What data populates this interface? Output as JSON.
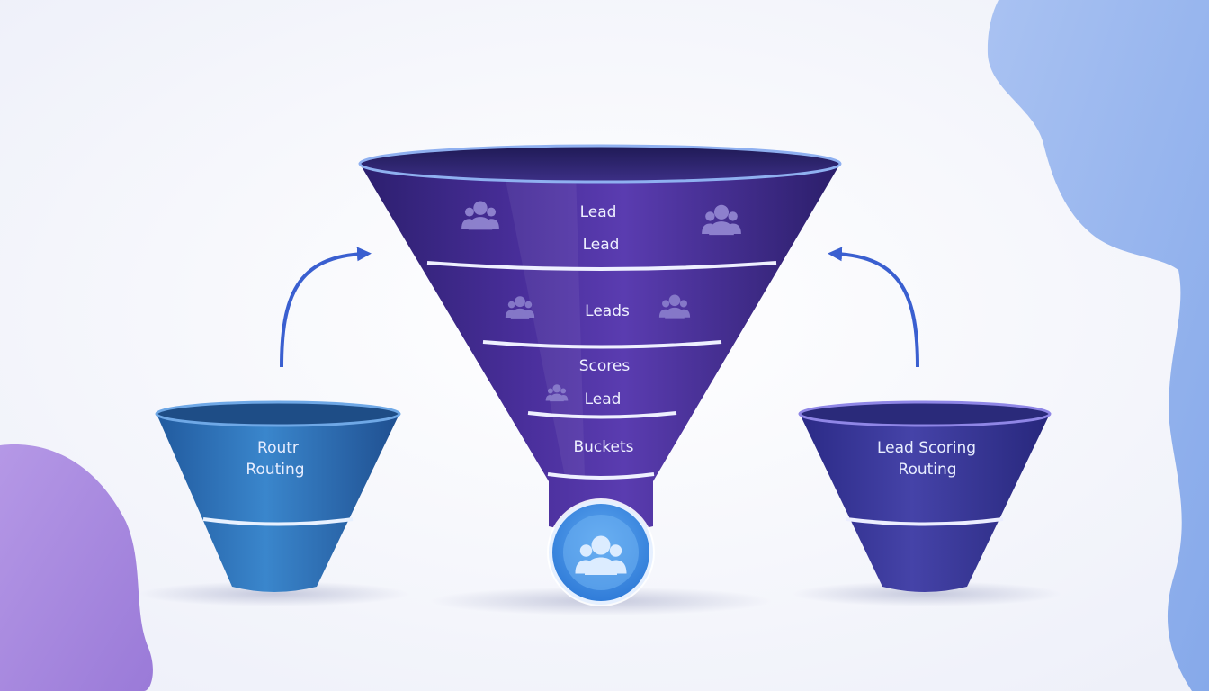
{
  "main_funnel": {
    "top_label_1": "Lead",
    "top_label_2": "Lead",
    "middle_label": "Leads",
    "lower_label_1": "Scores",
    "lower_label_2": "Lead",
    "bottom_label": "Buckets"
  },
  "left_funnel": {
    "label_1": "Routr",
    "label_2": "Routing"
  },
  "right_funnel": {
    "label_1": "Lead Scoring",
    "label_2": "Routing"
  },
  "colors": {
    "main_funnel": "#3e2a8a",
    "left_funnel": "#2f73b8",
    "right_funnel": "#3b3a9a",
    "arrows": "#3a5fd0",
    "blob_left": "#a88ae0",
    "blob_right": "#8fb2ec",
    "badge": "#3d8fe6"
  },
  "icons": [
    "user-group-icon",
    "arrow-up-right-icon",
    "arrow-up-left-icon"
  ]
}
